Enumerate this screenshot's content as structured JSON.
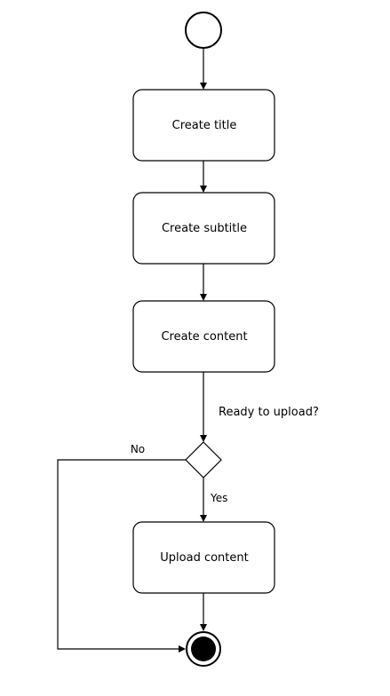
{
  "nodes": {
    "create_title": "Create title",
    "create_subtitle": "Create subtitle",
    "create_content": "Create content",
    "upload_content": "Upload content"
  },
  "decision": {
    "question": "Ready to upload?",
    "yes_label": "Yes",
    "no_label": "No"
  }
}
